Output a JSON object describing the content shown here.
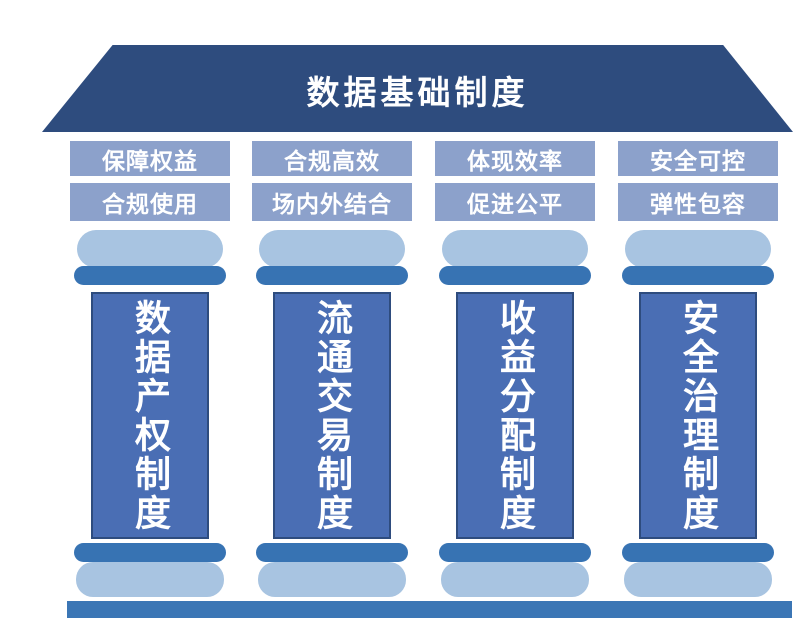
{
  "title": "数据基础制度",
  "pillars": [
    {
      "tag_top": "保障权益",
      "tag_bottom": "合规使用",
      "name": "数据产权制度"
    },
    {
      "tag_top": "合规高效",
      "tag_bottom": "场内外结合",
      "name": "流通交易制度"
    },
    {
      "tag_top": "体现效率",
      "tag_bottom": "促进公平",
      "name": "收益分配制度"
    },
    {
      "tag_top": "安全可控",
      "tag_bottom": "弹性包容",
      "name": "安全治理制度"
    }
  ],
  "colors": {
    "roof": "#2e4c7e",
    "tag": "#8ca1cb",
    "capLight": "#a8c4e1",
    "capDark": "#3773b3",
    "shaft": "#4a6eb4",
    "shaftBorder": "#2e4c7e",
    "ground": "#3b76b5",
    "text": "#ffffff",
    "bg": "#ffffff"
  }
}
